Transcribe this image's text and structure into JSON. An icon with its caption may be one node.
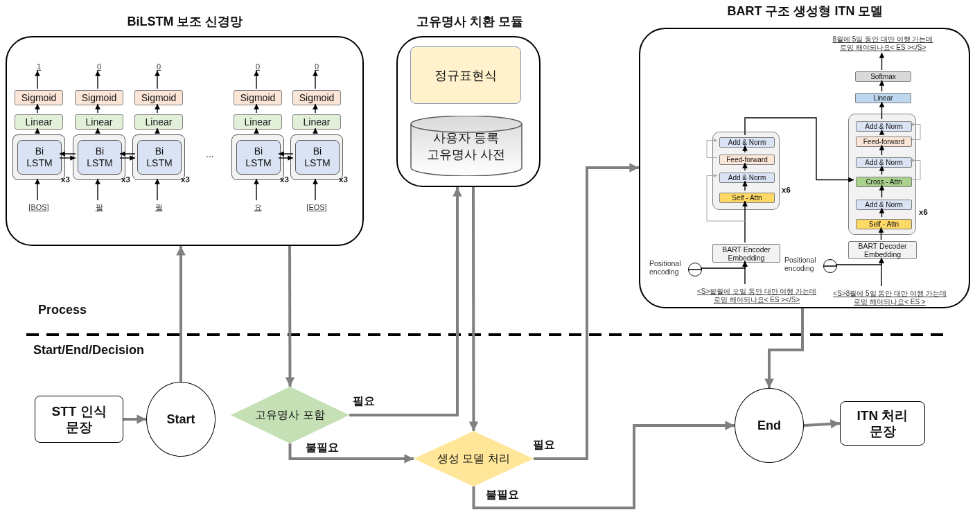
{
  "diagram": {
    "nodes": [
      {
        "text": [
          "BiLSTM 보조 신경망"
        ]
      },
      {
        "text": [
          "1"
        ],
        "in": 0
      },
      {
        "text": [
          "Sigmoid"
        ],
        "in": 0
      },
      {
        "text": [
          "Linear"
        ],
        "in": 0
      },
      {
        "text": [],
        "shape": "box",
        "in": 0,
        "beside": [
          "x3"
        ]
      },
      {
        "text": [
          "Bi LSTM"
        ],
        "in": 4
      },
      {
        "text": [
          "[BOS]"
        ],
        "in": 0
      },
      {
        "text": [
          "0"
        ],
        "in": 0
      },
      {
        "text": [
          "Sigmoid"
        ],
        "in": 0
      },
      {
        "text": [
          "Linear"
        ],
        "in": 0
      },
      {
        "text": [],
        "shape": "box",
        "in": 0,
        "beside": [
          "x3"
        ]
      },
      {
        "text": [
          "Bi LSTM"
        ],
        "in": 10
      },
      {
        "text": [
          "팔"
        ],
        "in": 0
      },
      {
        "text": [
          "0"
        ],
        "in": 0
      },
      {
        "text": [
          "Sigmoid"
        ],
        "in": 0
      },
      {
        "text": [
          "Linear"
        ],
        "in": 0
      },
      {
        "text": [],
        "shape": "box",
        "in": 0,
        "beside": [
          "x3"
        ]
      },
      {
        "text": [
          "Bi LSTM"
        ],
        "in": 16
      },
      {
        "text": [
          "월"
        ],
        "in": 0
      },
      {
        "text": [
          "0"
        ],
        "in": 0
      },
      {
        "text": [
          "Sigmoid"
        ],
        "in": 0
      },
      {
        "text": [
          "Linear"
        ],
        "in": 0
      },
      {
        "text": [],
        "shape": "box",
        "in": 0,
        "beside": [
          "x3"
        ]
      },
      {
        "text": [
          "Bi LSTM"
        ],
        "in": 22
      },
      {
        "text": [
          "요"
        ],
        "in": 0
      },
      {
        "text": [
          "0"
        ],
        "in": 0
      },
      {
        "text": [
          "Sigmoid"
        ],
        "in": 0
      },
      {
        "text": [
          "Linear"
        ],
        "in": 0
      },
      {
        "text": [],
        "shape": "box",
        "in": 0,
        "beside": [
          "x3"
        ]
      },
      {
        "text": [
          "Bi LSTM"
        ],
        "in": 28
      },
      {
        "text": [
          "[EOS]"
        ],
        "in": 0
      },
      {
        "text": [
          "고유명사 치환 모듈"
        ]
      },
      {
        "text": [
          "정규표현식"
        ],
        "in": 31
      },
      {
        "text": [
          "사용자 등록 고유명사 사전"
        ],
        "in": 31
      },
      {
        "text": [
          "BART 구조 생성형 ITN 모델"
        ]
      },
      {
        "text": [
          "8월에 5일 동안 대만 여행 가는데 로밍 해야되나요< ES ></S>"
        ],
        "in": 34
      },
      {
        "text": [
          "Softmax"
        ],
        "in": 34
      },
      {
        "text": [
          "Linear"
        ],
        "in": 34
      },
      {
        "text": [],
        "shape": "box",
        "in": 34,
        "beside": [
          "x6"
        ]
      },
      {
        "text": [
          "Add & Norm"
        ],
        "in": 38
      },
      {
        "text": [
          "Feed-forward"
        ],
        "in": 38
      },
      {
        "text": [
          "Add & Norm"
        ],
        "in": 38
      },
      {
        "text": [
          "Self - Attn"
        ],
        "in": 38
      },
      {
        "text": [],
        "shape": "box",
        "in": 34,
        "beside": [
          "x6"
        ]
      },
      {
        "text": [
          "Add & Norm"
        ],
        "in": 43
      },
      {
        "text": [
          "Feed-forward"
        ],
        "in": 43
      },
      {
        "text": [
          "Add & Norm"
        ],
        "in": 43
      },
      {
        "text": [
          "Cross - Attn"
        ],
        "in": 43
      },
      {
        "text": [
          "Add & Norm"
        ],
        "in": 43
      },
      {
        "text": [
          "Self - Attn"
        ],
        "in": 43
      },
      {
        "text": [
          "BART Encoder Embedding"
        ],
        "in": 34
      },
      {
        "text": [],
        "shape": "circle",
        "in": 34,
        "beside": [
          "Positional encoding"
        ]
      },
      {
        "text": [
          "<S>팔월에 오일 동안 대만 여행 가는데 로밍 해야되나요< ES ></S>"
        ],
        "in": 34
      },
      {
        "text": [
          "BART Decoder Embedding"
        ],
        "in": 34
      },
      {
        "text": [],
        "shape": "circle",
        "in": 34,
        "beside": [
          "Positional encoding"
        ]
      },
      {
        "text": [
          "<S>8월에 5일 동안 대만 여행 가는데 로밍 해야되나요< ES >"
        ],
        "in": 34
      },
      {
        "text": [
          "STT 인식 문장"
        ]
      },
      {
        "text": [
          "Start"
        ]
      },
      {
        "text": [
          "고유명사 포함"
        ]
      },
      {
        "text": [
          "생성 모델 처리"
        ]
      },
      {
        "text": [
          "End"
        ]
      },
      {
        "text": [
          "ITN 처리 문장"
        ]
      }
    ],
    "edges": [
      {
        "from": 6,
        "to": 4,
        "arrow": "to"
      },
      {
        "from": 4,
        "to": 3,
        "arrow": "to"
      },
      {
        "from": 3,
        "to": 2,
        "arrow": "to"
      },
      {
        "from": 2,
        "to": 1,
        "arrow": "to"
      },
      {
        "from": 12,
        "to": 10,
        "arrow": "to"
      },
      {
        "from": 10,
        "to": 9,
        "arrow": "to"
      },
      {
        "from": 9,
        "to": 8,
        "arrow": "to"
      },
      {
        "from": 8,
        "to": 7,
        "arrow": "to"
      },
      {
        "from": 18,
        "to": 16,
        "arrow": "to"
      },
      {
        "from": 16,
        "to": 15,
        "arrow": "to"
      },
      {
        "from": 15,
        "to": 14,
        "arrow": "to"
      },
      {
        "from": 14,
        "to": 13,
        "arrow": "to"
      },
      {
        "from": 24,
        "to": 22,
        "arrow": "to"
      },
      {
        "from": 22,
        "to": 21,
        "arrow": "to"
      },
      {
        "from": 21,
        "to": 20,
        "arrow": "to"
      },
      {
        "from": 20,
        "to": 19,
        "arrow": "to"
      },
      {
        "from": 30,
        "to": 28,
        "arrow": "to"
      },
      {
        "from": 28,
        "to": 27,
        "arrow": "to"
      },
      {
        "from": 27,
        "to": 26,
        "arrow": "to"
      },
      {
        "from": 26,
        "to": 25,
        "arrow": "to"
      },
      {
        "from": 11,
        "to": 5,
        "arrow": "to"
      },
      {
        "from": 5,
        "to": 11,
        "arrow": "to"
      },
      {
        "from": 17,
        "to": 11,
        "arrow": "to"
      },
      {
        "from": 11,
        "to": 17,
        "arrow": "to"
      },
      {
        "from": 29,
        "to": 23,
        "arrow": "to"
      },
      {
        "from": 23,
        "to": 29,
        "arrow": "to"
      },
      {
        "from": 52,
        "to": 50,
        "arrow": "to"
      },
      {
        "from": 51,
        "to": 50,
        "arrow": "to"
      },
      {
        "from": 50,
        "to": 42,
        "arrow": "to"
      },
      {
        "from": 42,
        "to": 41,
        "arrow": "to"
      },
      {
        "from": 41,
        "to": 40,
        "arrow": "to"
      },
      {
        "from": 40,
        "to": 39,
        "arrow": "to"
      },
      {
        "from": 39,
        "to": 47,
        "arrow": "to"
      },
      {
        "from": 55,
        "to": 53,
        "arrow": "to"
      },
      {
        "from": 54,
        "to": 53,
        "arrow": "to"
      },
      {
        "from": 53,
        "to": 49,
        "arrow": "to"
      },
      {
        "from": 49,
        "to": 48,
        "arrow": "to"
      },
      {
        "from": 48,
        "to": 47,
        "arrow": "to"
      },
      {
        "from": 47,
        "to": 46,
        "arrow": "to"
      },
      {
        "from": 46,
        "to": 45,
        "arrow": "to"
      },
      {
        "from": 45,
        "to": 44,
        "arrow": "to"
      },
      {
        "from": 44,
        "to": 37,
        "arrow": "to"
      },
      {
        "from": 37,
        "to": 36,
        "arrow": "to"
      },
      {
        "from": 36,
        "to": 35,
        "arrow": "to"
      },
      {
        "from": null,
        "to": 41,
        "arrow": "to",
        "color": "#a6a6a6"
      },
      {
        "from": 40,
        "to": 39,
        "arrow": "to",
        "color": "#a6a6a6"
      },
      {
        "from": 47,
        "to": 46,
        "arrow": "to",
        "color": "#a6a6a6"
      },
      {
        "from": 45,
        "to": 44,
        "arrow": "to",
        "color": "#a6a6a6"
      },
      {
        "from": 56,
        "to": 57,
        "arrow": "to",
        "style": "thick",
        "color": "#808080"
      },
      {
        "from": 57,
        "to": 0,
        "arrow": "to",
        "style": "thick",
        "color": "#808080"
      },
      {
        "from": 0,
        "to": 58,
        "arrow": "to",
        "style": "thick",
        "color": "#808080"
      },
      {
        "from": 58,
        "to": 31,
        "arrow": "to",
        "label": "필요",
        "style": "thick",
        "color": "#808080"
      },
      {
        "from": 31,
        "to": 59,
        "arrow": "to",
        "style": "thick",
        "color": "#808080"
      },
      {
        "from": 58,
        "to": 59,
        "arrow": "to",
        "label": "불필요",
        "style": "thick",
        "color": "#808080"
      },
      {
        "from": 59,
        "to": 34,
        "arrow": "to",
        "label": "필요",
        "style": "thick",
        "color": "#808080"
      },
      {
        "from": 59,
        "to": 60,
        "arrow": "to",
        "label": "불필요",
        "style": "thick",
        "color": "#808080"
      },
      {
        "from": 34,
        "to": 60,
        "arrow": "to",
        "style": "thick",
        "color": "#808080"
      },
      {
        "from": 60,
        "to": 61,
        "arrow": "to",
        "style": "thick",
        "color": "#808080"
      }
    ],
    "labels": [
      "...",
      "Process",
      "Start/End/Decision"
    ]
  }
}
